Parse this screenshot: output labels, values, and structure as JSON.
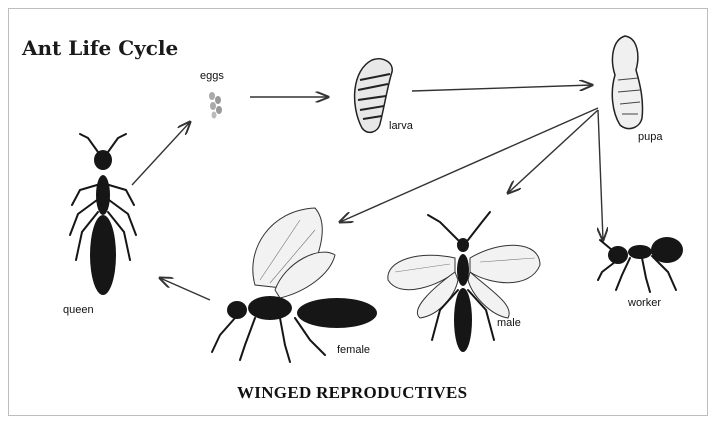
{
  "title": "Ant Life Cycle",
  "stages": {
    "eggs": "eggs",
    "larva": "larva",
    "pupa": "pupa",
    "worker": "worker",
    "male": "male",
    "female": "female",
    "queen": "queen"
  },
  "footer": "WINGED REPRODUCTIVES"
}
